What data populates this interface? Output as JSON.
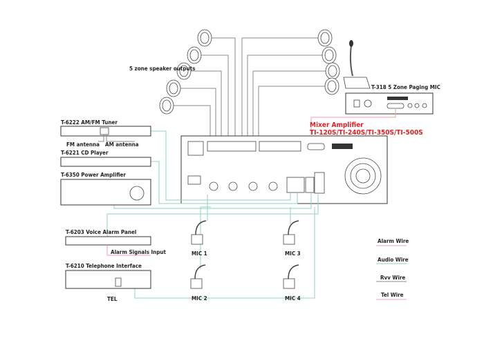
{
  "speakers": {
    "label": "5 zone speaker outputs"
  },
  "mixer": {
    "title": "Mixer Amplifier",
    "models": "TI-120S/TI-240S/TI-350S/TI-500S"
  },
  "paging_mic": {
    "label": "T-318  5 Zone Paging MIC"
  },
  "tuner": {
    "label": "T-6222 AM/FM Tuner",
    "fm": "FM antenna",
    "am": "AM antenna"
  },
  "cd": {
    "label": "T-6221 CD Player"
  },
  "power_amp": {
    "label": "T-6350  Power Amplifier"
  },
  "alarm_panel": {
    "label": "T-6203 Voice Alarm Panel",
    "input": "Alarm Signals Input"
  },
  "telephone": {
    "label": "T-6210  Telephone Interface",
    "tel": "TEL"
  },
  "mics": [
    "MIC 1",
    "MIC 2",
    "MIC 3",
    "MIC 4"
  ],
  "legend": [
    {
      "label": "Alarm Wire",
      "color": "#f0a0a8"
    },
    {
      "label": "Audio Wire",
      "color": "#8fd3c0"
    },
    {
      "label": "Rvv Wire",
      "color": "#888888"
    },
    {
      "label": "Tel Wire",
      "color": "#f0a0c0"
    }
  ]
}
